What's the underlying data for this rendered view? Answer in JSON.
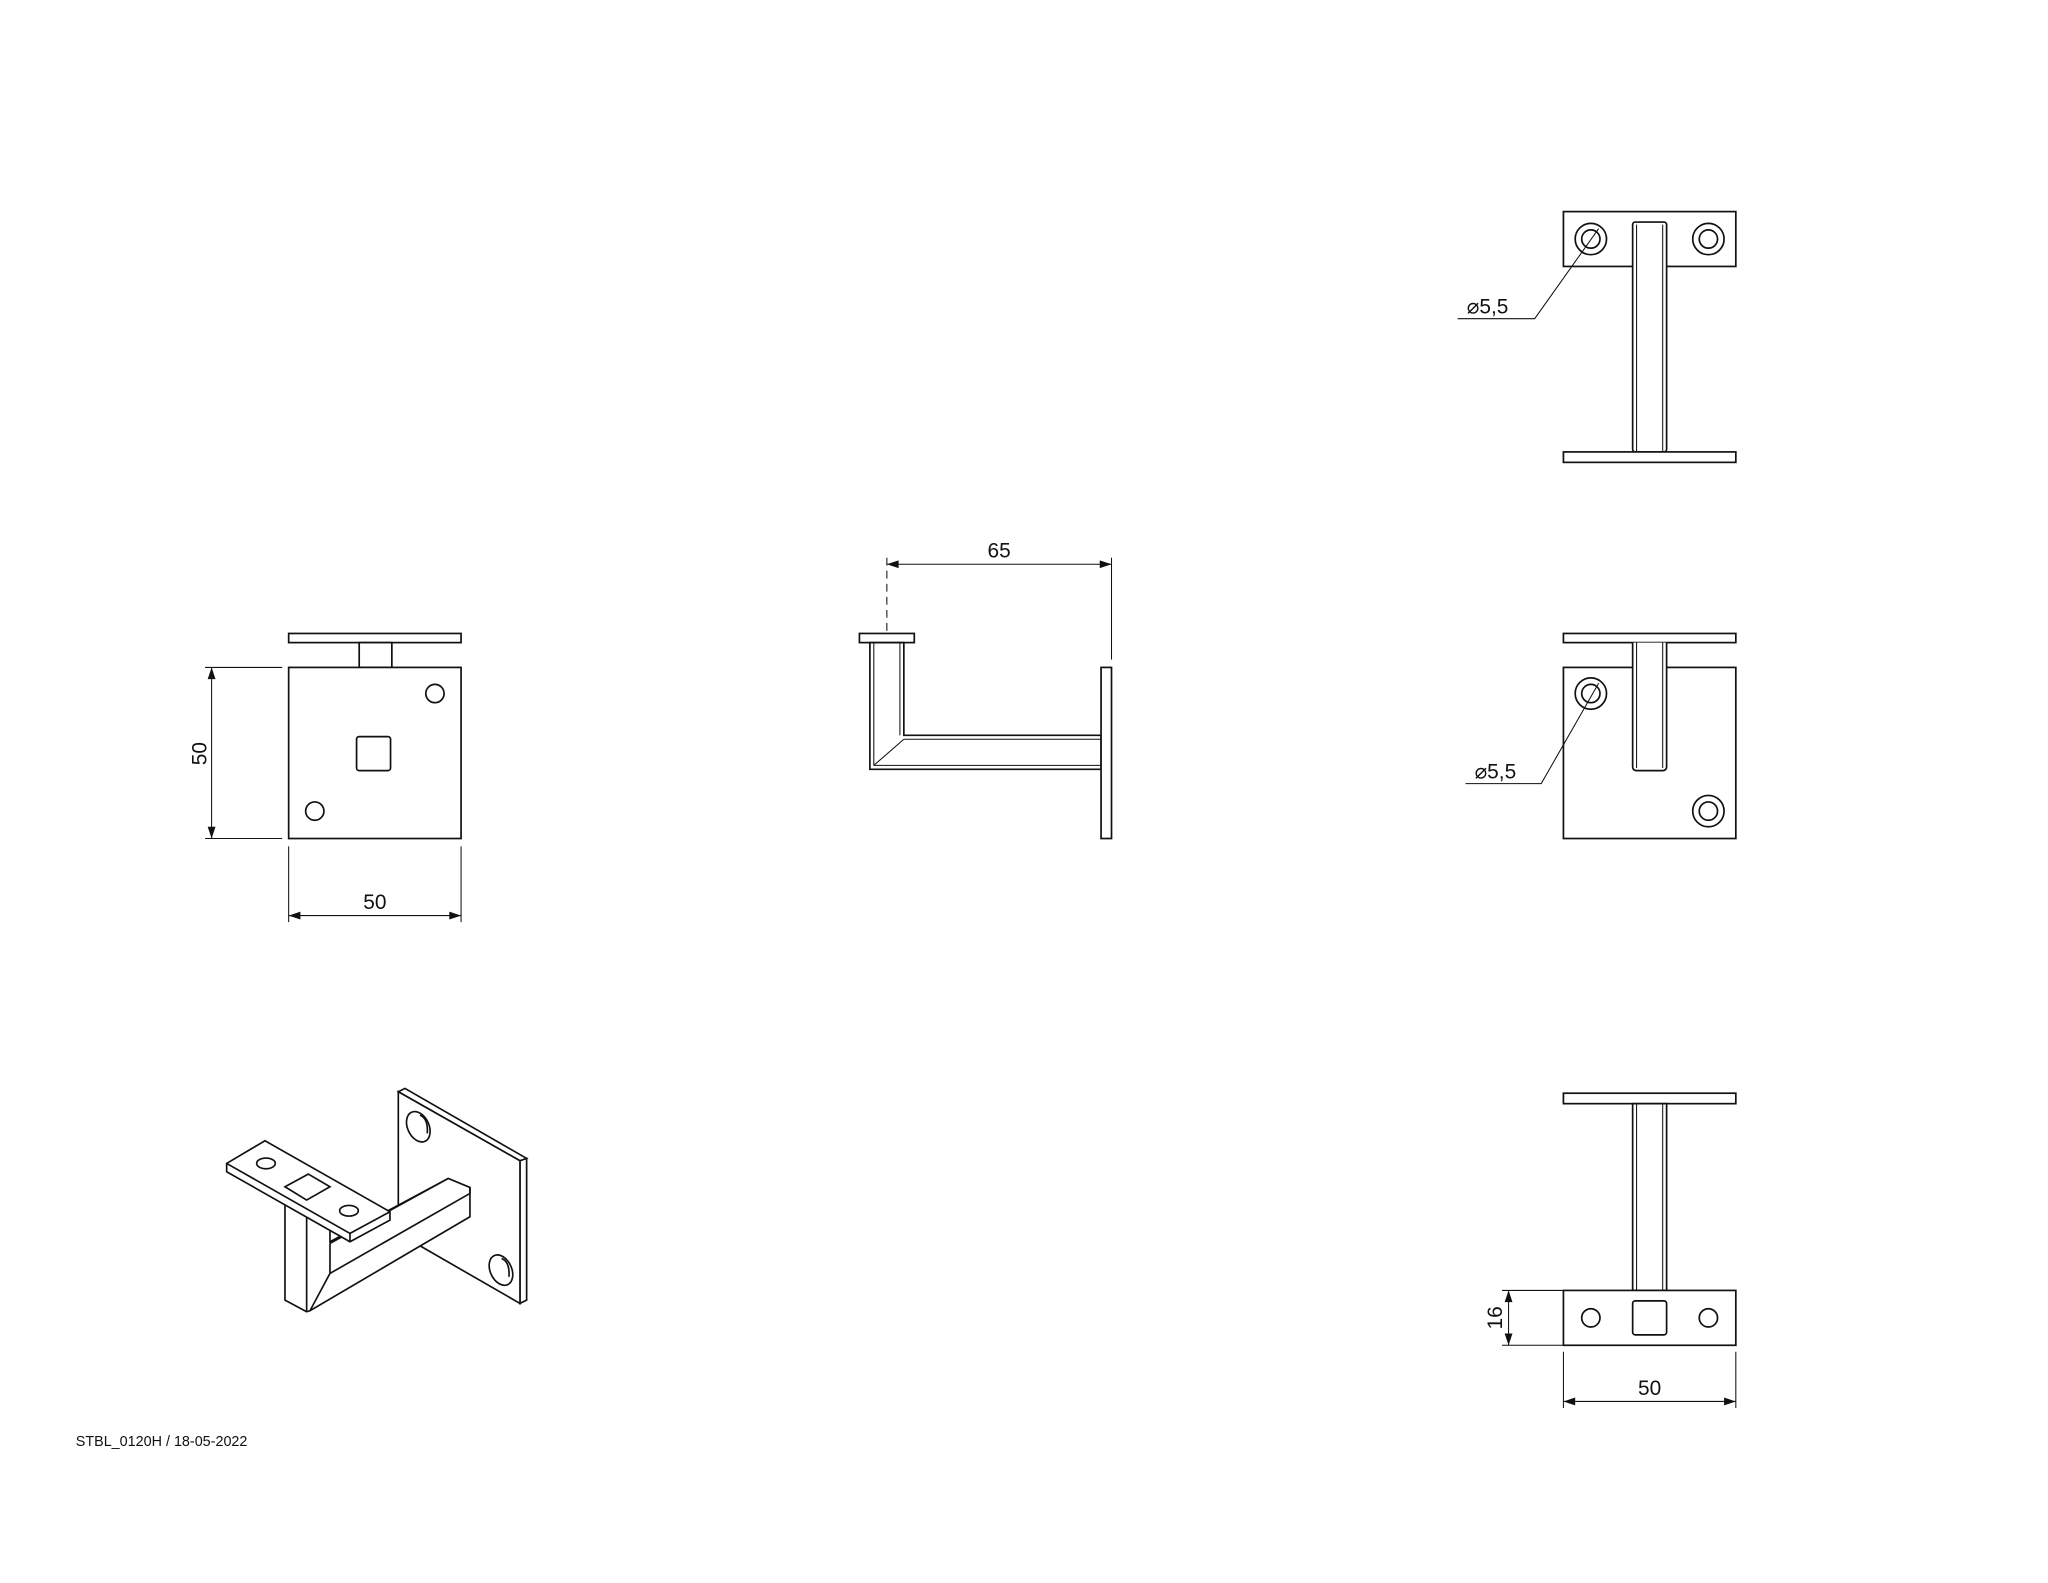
{
  "drawing": {
    "footer": "STBL_0120H / 18-05-2022",
    "front_view": {
      "height_dim": "50",
      "width_dim": "50"
    },
    "side_view": {
      "projection_dim": "65"
    },
    "top_view": {
      "hole_dim": "⌀5,5"
    },
    "rear_view": {
      "hole_dim": "⌀5,5"
    },
    "bottom_view": {
      "plate_depth_dim": "16",
      "width_dim": "50"
    },
    "line_color": "#111111",
    "background": "#ffffff"
  }
}
